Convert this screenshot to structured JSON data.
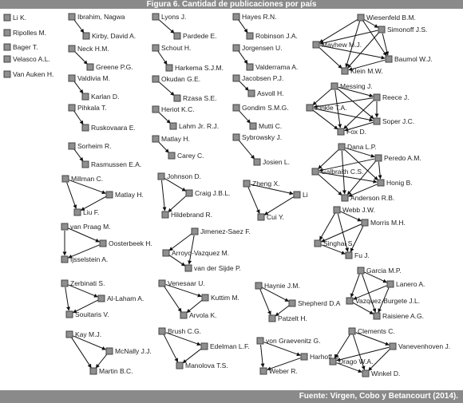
{
  "figure": {
    "title": "Figura 6. Cantidad de publicaciones por país",
    "source": "Fuente: Virgen, Cobo y Betancourt (2014)."
  },
  "colors": {
    "bar": "#8a8a8a",
    "node": "#8f8f8f",
    "edge": "#111111"
  },
  "graph": {
    "nodes": [
      {
        "id": "li",
        "label": "Li K."
      },
      {
        "id": "ripolles",
        "label": "Ripolles M."
      },
      {
        "id": "bager",
        "label": "Bager T."
      },
      {
        "id": "velasco",
        "label": "Velasco A.L."
      },
      {
        "id": "vanauken",
        "label": "Van Auken H."
      },
      {
        "id": "ibrahim",
        "label": "Ibrahim, Nagwa"
      },
      {
        "id": "kirby",
        "label": "Kirby, David A."
      },
      {
        "id": "neck",
        "label": "Neck H.M."
      },
      {
        "id": "greene",
        "label": "Greene P.G."
      },
      {
        "id": "valdivia",
        "label": "Valdivia M."
      },
      {
        "id": "karlan",
        "label": "Karlan D."
      },
      {
        "id": "pihkala",
        "label": "Pihkala T."
      },
      {
        "id": "ruskovaara",
        "label": "Ruskovaara E."
      },
      {
        "id": "sorheim",
        "label": "Sorheim R."
      },
      {
        "id": "rasmussen",
        "label": "Rasmussen E.A."
      },
      {
        "id": "lyons",
        "label": "Lyons J."
      },
      {
        "id": "pardede",
        "label": "Pardede E."
      },
      {
        "id": "schout",
        "label": "Schout H."
      },
      {
        "id": "harkema",
        "label": "Harkema S.J.M."
      },
      {
        "id": "okudan",
        "label": "Okudan G.E."
      },
      {
        "id": "rzasa",
        "label": "Rzasa S.E."
      },
      {
        "id": "heriot",
        "label": "Heriot K.C."
      },
      {
        "id": "lahm",
        "label": "Lahm Jr. R.J."
      },
      {
        "id": "matlay1",
        "label": "Matlay H."
      },
      {
        "id": "carey",
        "label": "Carey C."
      },
      {
        "id": "hayes",
        "label": "Hayes R.N."
      },
      {
        "id": "robinson",
        "label": "Robinson J.A."
      },
      {
        "id": "jorgensen",
        "label": "Jorgensen U."
      },
      {
        "id": "valderrama",
        "label": "Valderrama A."
      },
      {
        "id": "jacobsen",
        "label": "Jacobsen P.J."
      },
      {
        "id": "asvoll",
        "label": "Asvoll H."
      },
      {
        "id": "gondim",
        "label": "Gondim S.M.G."
      },
      {
        "id": "mutti",
        "label": "Mutti C."
      },
      {
        "id": "sybrowsky",
        "label": "Sybrowsky J."
      },
      {
        "id": "josien",
        "label": "Josien L."
      },
      {
        "id": "wiesenfeld",
        "label": "Wiesenfeld B.M."
      },
      {
        "id": "simonoff",
        "label": "Simonoff J.S."
      },
      {
        "id": "mayhew",
        "label": "Mayhew M.J."
      },
      {
        "id": "baumol",
        "label": "Baumol W.J."
      },
      {
        "id": "kleinmw",
        "label": "Klein M.W."
      },
      {
        "id": "messing",
        "label": "Messing J."
      },
      {
        "id": "reece",
        "label": "Reece J."
      },
      {
        "id": "finkle",
        "label": "Finkle T.A."
      },
      {
        "id": "soper",
        "label": "Soper J.C."
      },
      {
        "id": "fox",
        "label": "Fox D."
      },
      {
        "id": "dana",
        "label": "Dana L.P."
      },
      {
        "id": "peredo",
        "label": "Peredo A.M."
      },
      {
        "id": "galbraith",
        "label": "Galbraith C.S."
      },
      {
        "id": "honig",
        "label": "Honig B."
      },
      {
        "id": "anderson",
        "label": "Anderson R.B."
      },
      {
        "id": "millman",
        "label": "Millman C."
      },
      {
        "id": "matlay2",
        "label": "Matlay H."
      },
      {
        "id": "liuf",
        "label": "Liu F."
      },
      {
        "id": "johnson",
        "label": "Johnson D."
      },
      {
        "id": "craig",
        "label": "Craig J.B.L."
      },
      {
        "id": "hildebrand",
        "label": "Hildebrand R."
      },
      {
        "id": "zheng",
        "label": "Zheng X."
      },
      {
        "id": "li2",
        "label": "Li"
      },
      {
        "id": "cui",
        "label": "Cui Y."
      },
      {
        "id": "webb",
        "label": "Webb J.W."
      },
      {
        "id": "morris",
        "label": "Morris M.H."
      },
      {
        "id": "singhal",
        "label": "Singhal S."
      },
      {
        "id": "fuj",
        "label": "Fu J."
      },
      {
        "id": "vanpraag",
        "label": "van Praag M."
      },
      {
        "id": "oosterbeek",
        "label": "Oosterbeek H."
      },
      {
        "id": "ijsselstein",
        "label": "Ijsselstein A."
      },
      {
        "id": "jimenez",
        "label": "Jimenez-Saez F."
      },
      {
        "id": "arroyo",
        "label": "Arroyo-Vazquez M."
      },
      {
        "id": "vandersijde",
        "label": "van der Sijde P."
      },
      {
        "id": "garcia",
        "label": "Garcia M.P."
      },
      {
        "id": "lanero",
        "label": "Lanero A."
      },
      {
        "id": "vazquez",
        "label": "Vazquez-Burgete J.L."
      },
      {
        "id": "raisiene",
        "label": "Raisiene A.G."
      },
      {
        "id": "zerbinati",
        "label": "Zerbinati S."
      },
      {
        "id": "allaham",
        "label": "Al-Laham A."
      },
      {
        "id": "souitaris",
        "label": "Souitaris V."
      },
      {
        "id": "venesaar",
        "label": "Venesaar U."
      },
      {
        "id": "kuttim",
        "label": "Kuttim M."
      },
      {
        "id": "arvola",
        "label": "Arvola K."
      },
      {
        "id": "haynie",
        "label": "Haynie J.M."
      },
      {
        "id": "shepherd",
        "label": "Shepherd D.A"
      },
      {
        "id": "patzelt",
        "label": "Patzelt H."
      },
      {
        "id": "kay",
        "label": "Kay M.J."
      },
      {
        "id": "mcnally",
        "label": "McNally J.J."
      },
      {
        "id": "martin",
        "label": "Martin B.C."
      },
      {
        "id": "brush",
        "label": "Brush C.G."
      },
      {
        "id": "edelman",
        "label": "Edelman L.F."
      },
      {
        "id": "manolova",
        "label": "Manolova T.S."
      },
      {
        "id": "vongraevenitz",
        "label": "von Graevenitz G."
      },
      {
        "id": "harhoff",
        "label": "Harhoff D."
      },
      {
        "id": "weber",
        "label": "Weber R."
      },
      {
        "id": "clements",
        "label": "Clements C."
      },
      {
        "id": "vanevenhoven",
        "label": "Vanevenhoven J."
      },
      {
        "id": "drago",
        "label": "Drago W.A."
      },
      {
        "id": "winkel",
        "label": "Winkel D."
      }
    ],
    "edges": [
      [
        "ibrahim",
        "kirby"
      ],
      [
        "neck",
        "greene"
      ],
      [
        "valdivia",
        "karlan"
      ],
      [
        "pihkala",
        "ruskovaara"
      ],
      [
        "sorheim",
        "rasmussen"
      ],
      [
        "lyons",
        "pardede"
      ],
      [
        "schout",
        "harkema"
      ],
      [
        "okudan",
        "rzasa"
      ],
      [
        "heriot",
        "lahm"
      ],
      [
        "matlay1",
        "carey"
      ],
      [
        "hayes",
        "robinson"
      ],
      [
        "jorgensen",
        "valderrama"
      ],
      [
        "jacobsen",
        "asvoll"
      ],
      [
        "gondim",
        "mutti"
      ],
      [
        "sybrowsky",
        "josien"
      ],
      [
        "wiesenfeld",
        "simonoff"
      ],
      [
        "wiesenfeld",
        "mayhew"
      ],
      [
        "wiesenfeld",
        "baumol"
      ],
      [
        "wiesenfeld",
        "kleinmw"
      ],
      [
        "simonoff",
        "mayhew"
      ],
      [
        "simonoff",
        "baumol"
      ],
      [
        "simonoff",
        "kleinmw"
      ],
      [
        "mayhew",
        "baumol"
      ],
      [
        "mayhew",
        "kleinmw"
      ],
      [
        "baumol",
        "kleinmw"
      ],
      [
        "messing",
        "reece"
      ],
      [
        "messing",
        "finkle"
      ],
      [
        "messing",
        "soper"
      ],
      [
        "messing",
        "fox"
      ],
      [
        "reece",
        "finkle"
      ],
      [
        "reece",
        "soper"
      ],
      [
        "reece",
        "fox"
      ],
      [
        "finkle",
        "soper"
      ],
      [
        "finkle",
        "fox"
      ],
      [
        "soper",
        "fox"
      ],
      [
        "dana",
        "peredo"
      ],
      [
        "dana",
        "galbraith"
      ],
      [
        "dana",
        "honig"
      ],
      [
        "dana",
        "anderson"
      ],
      [
        "peredo",
        "galbraith"
      ],
      [
        "peredo",
        "honig"
      ],
      [
        "peredo",
        "anderson"
      ],
      [
        "galbraith",
        "honig"
      ],
      [
        "galbraith",
        "anderson"
      ],
      [
        "honig",
        "anderson"
      ],
      [
        "millman",
        "matlay2"
      ],
      [
        "millman",
        "liuf"
      ],
      [
        "matlay2",
        "liuf"
      ],
      [
        "johnson",
        "craig"
      ],
      [
        "johnson",
        "hildebrand"
      ],
      [
        "craig",
        "hildebrand"
      ],
      [
        "zheng",
        "li2"
      ],
      [
        "zheng",
        "cui"
      ],
      [
        "li2",
        "cui"
      ],
      [
        "webb",
        "morris"
      ],
      [
        "webb",
        "singhal"
      ],
      [
        "webb",
        "fuj"
      ],
      [
        "morris",
        "singhal"
      ],
      [
        "morris",
        "fuj"
      ],
      [
        "singhal",
        "fuj"
      ],
      [
        "vanpraag",
        "oosterbeek"
      ],
      [
        "vanpraag",
        "ijsselstein"
      ],
      [
        "oosterbeek",
        "ijsselstein"
      ],
      [
        "jimenez",
        "arroyo"
      ],
      [
        "arroyo",
        "vandersijde"
      ],
      [
        "jimenez",
        "vandersijde"
      ],
      [
        "garcia",
        "lanero"
      ],
      [
        "garcia",
        "vazquez"
      ],
      [
        "garcia",
        "raisiene"
      ],
      [
        "lanero",
        "vazquez"
      ],
      [
        "lanero",
        "raisiene"
      ],
      [
        "vazquez",
        "raisiene"
      ],
      [
        "zerbinati",
        "allaham"
      ],
      [
        "zerbinati",
        "souitaris"
      ],
      [
        "allaham",
        "souitaris"
      ],
      [
        "venesaar",
        "kuttim"
      ],
      [
        "venesaar",
        "arvola"
      ],
      [
        "kuttim",
        "arvola"
      ],
      [
        "haynie",
        "shepherd"
      ],
      [
        "haynie",
        "patzelt"
      ],
      [
        "shepherd",
        "patzelt"
      ],
      [
        "kay",
        "mcnally"
      ],
      [
        "kay",
        "martin"
      ],
      [
        "mcnally",
        "martin"
      ],
      [
        "brush",
        "edelman"
      ],
      [
        "brush",
        "manolova"
      ],
      [
        "edelman",
        "manolova"
      ],
      [
        "vongraevenitz",
        "harhoff"
      ],
      [
        "vongraevenitz",
        "weber"
      ],
      [
        "harhoff",
        "weber"
      ],
      [
        "clements",
        "vanevenhoven"
      ],
      [
        "clements",
        "drago"
      ],
      [
        "clements",
        "winkel"
      ],
      [
        "vanevenhoven",
        "drago"
      ],
      [
        "vanevenhoven",
        "winkel"
      ],
      [
        "drago",
        "winkel"
      ]
    ]
  }
}
